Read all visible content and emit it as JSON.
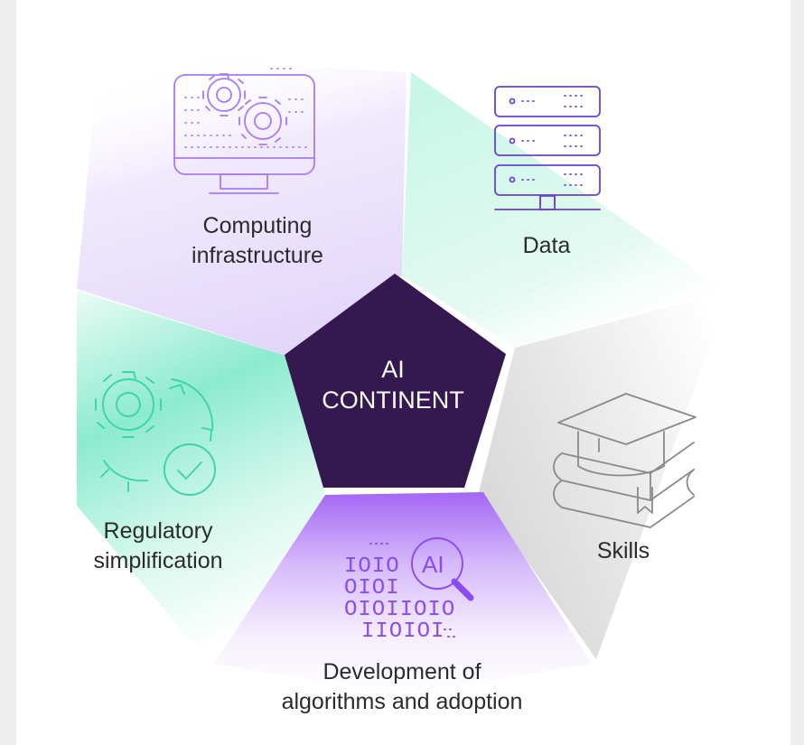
{
  "center": {
    "line1": "AI",
    "line2": "CONTINENT"
  },
  "segments": [
    {
      "id": "computing",
      "line1": "Computing",
      "line2": "infrastructure",
      "icon": "computer-gears-icon",
      "color": "#e4d8fb"
    },
    {
      "id": "data",
      "line1": "Data",
      "line2": "",
      "icon": "server-stack-icon",
      "color": "#c4f5e4"
    },
    {
      "id": "skills",
      "line1": "Skills",
      "line2": "",
      "icon": "graduation-cap-book-icon",
      "color": "#dcdcdc"
    },
    {
      "id": "algorithms",
      "line1": "Development of",
      "line2": "algorithms and adoption",
      "icon": "ai-binary-magnifier-icon",
      "color": "#a66bf2"
    },
    {
      "id": "regulatory",
      "line1": "Regulatory",
      "line2": "simplification",
      "icon": "gears-check-icon",
      "color": "#7ee7c6"
    }
  ],
  "colors": {
    "center_fill": "#34184f",
    "icon_purple": "#8a4cf0",
    "icon_green": "#3fd4a6",
    "icon_gray": "#9a9a9a"
  }
}
